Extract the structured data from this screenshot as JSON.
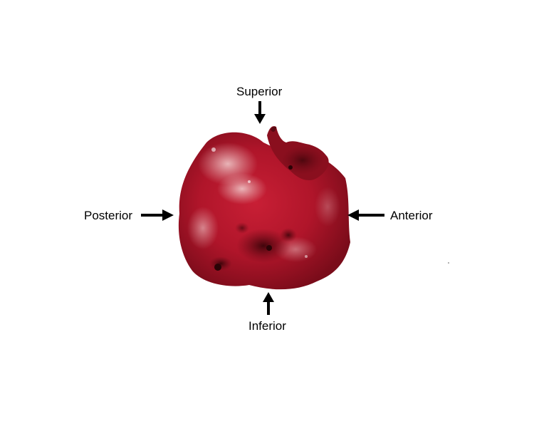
{
  "labels": {
    "superior": "Superior",
    "inferior": "Inferior",
    "posterior": "Posterior",
    "anterior": "Anterior"
  },
  "colors": {
    "background": "#ffffff",
    "tissue_base": "#b0152a",
    "tissue_dark": "#6a0a16",
    "tissue_highlight": "#e8b8b8",
    "arrow": "#000000"
  }
}
